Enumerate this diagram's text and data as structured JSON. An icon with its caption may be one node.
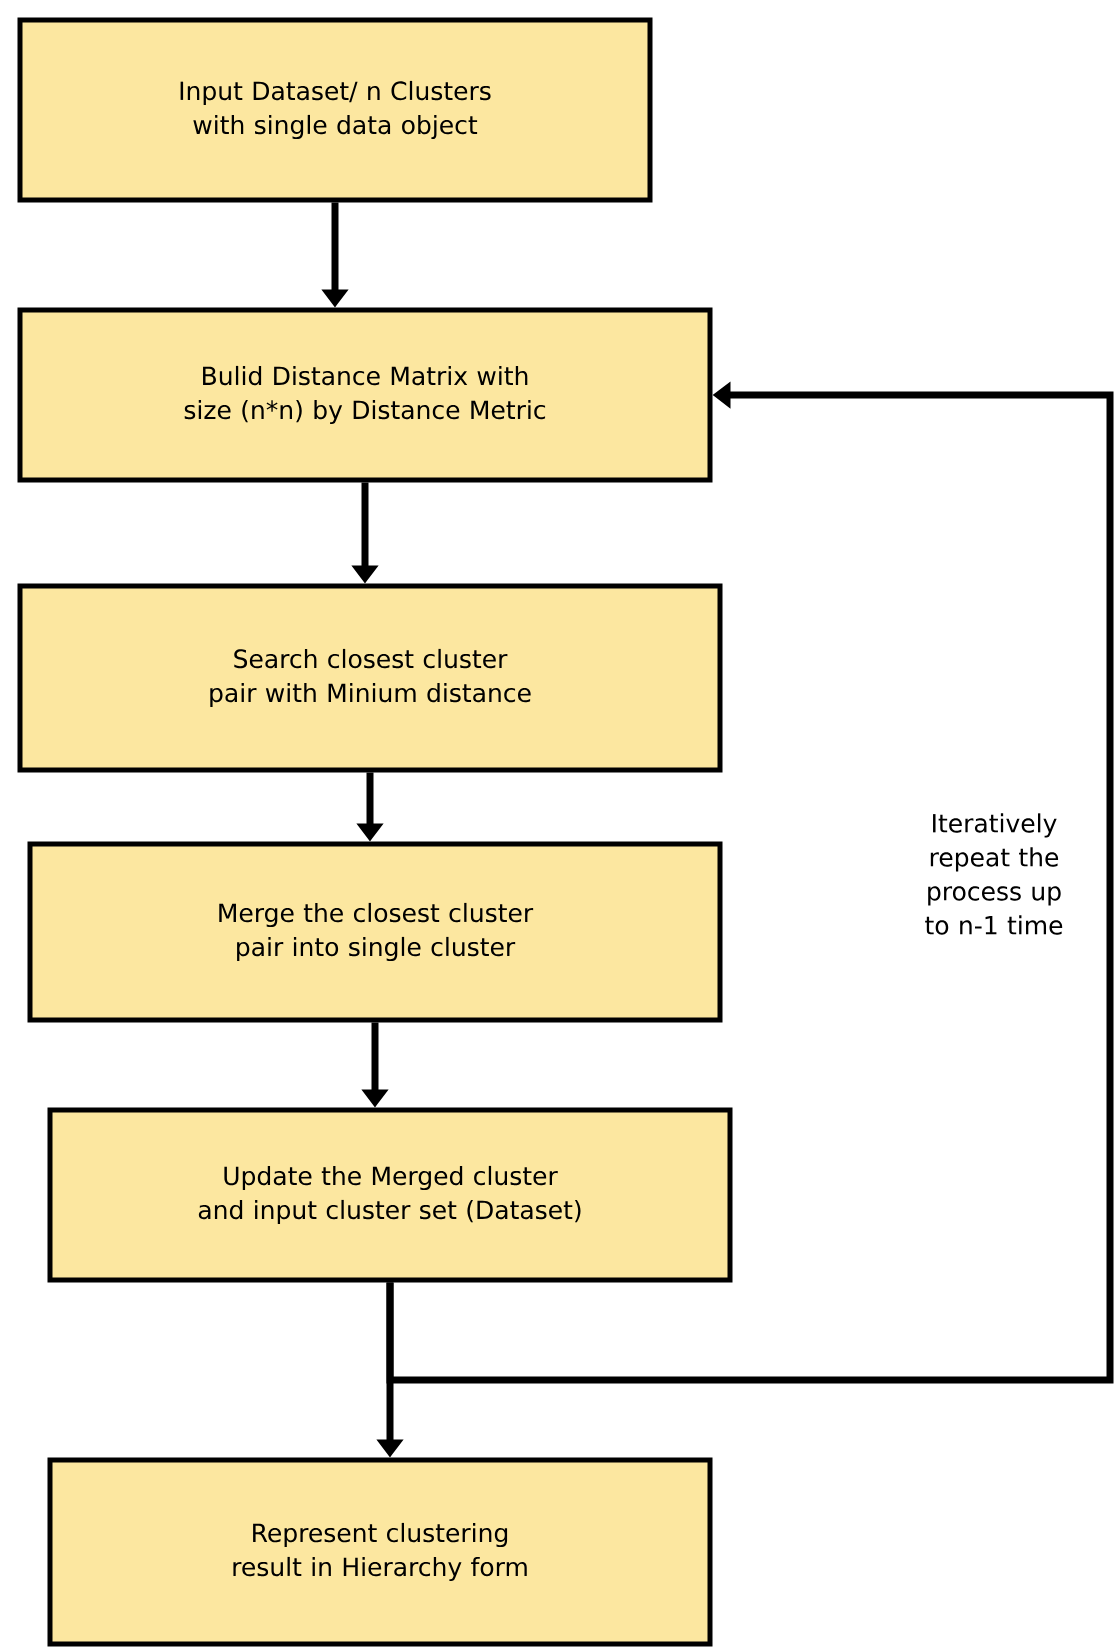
{
  "diagram": {
    "nodes": [
      {
        "text": [
          "Input Dataset/ n Clusters with single data object"
        ]
      },
      {
        "text": [
          "Bulid Distance Matrix with size (n*n) by Distance Metric"
        ]
      },
      {
        "text": [
          "Search closest cluster pair with Minium distance"
        ]
      },
      {
        "text": [
          "Merge the closest cluster pair into single cluster"
        ]
      },
      {
        "text": [
          "Update the Merged cluster and input cluster set (Dataset)"
        ]
      },
      {
        "text": [
          "Represent clustering result in Hierarchy form"
        ]
      }
    ],
    "edges": [
      {
        "from": 0,
        "to": 1,
        "arrow": "to"
      },
      {
        "from": 1,
        "to": 2,
        "arrow": "to"
      },
      {
        "from": 2,
        "to": 3,
        "arrow": "to"
      },
      {
        "from": 3,
        "to": 4,
        "arrow": "to"
      },
      {
        "from": 4,
        "to": 5,
        "arrow": "to"
      },
      {
        "from": 4,
        "to": 1,
        "arrow": "to",
        "label": "Iteratively repeat the process up to n-1 time"
      }
    ]
  }
}
